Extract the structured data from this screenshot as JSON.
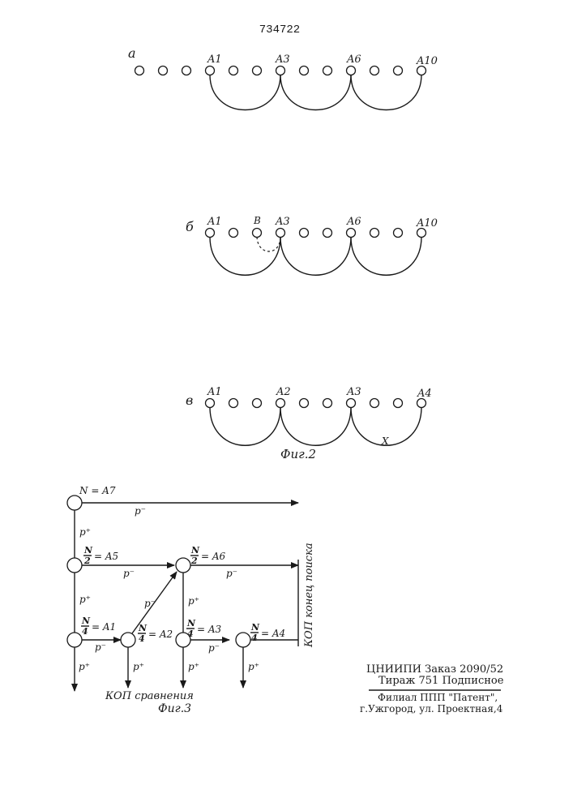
{
  "header": {
    "patent_number": "734722"
  },
  "fig2": {
    "a": {
      "label": "а",
      "A1": "A1",
      "A3": "A3",
      "A6": "A6",
      "A10": "A10"
    },
    "b": {
      "label": "б",
      "A1": "A1",
      "B": "B",
      "A3": "A3",
      "A6": "A6",
      "A10": "A10"
    },
    "v": {
      "label": "в",
      "A1": "A1",
      "A2": "A2",
      "A3": "A3",
      "A4": "A4",
      "X": "X"
    },
    "caption": "Фиг.2"
  },
  "fig3": {
    "root": "N = A7",
    "n2a5_num": "N",
    "n2a5_den": "2",
    "n2a5_rest": "= A5",
    "n2a6_num": "N",
    "n2a6_den": "2",
    "n2a6_rest": "= A6",
    "n4a1_num": "N",
    "n4a1_den": "4",
    "n4a1_rest": "= A1",
    "n4a2_num": "N",
    "n4a2_den": "4",
    "n4a2_rest": "= A2",
    "n4a3_num": "N",
    "n4a3_den": "4",
    "n4a3_rest": "= A3",
    "n4a4_num": "N",
    "n4a4_den": "4",
    "n4a4_rest": "= A4",
    "p_minus": "p⁻",
    "p_plus": "p⁺",
    "kop_compare": "КОП сравнения",
    "kop_end": "КОП конец поиска",
    "caption": "Фиг.3"
  },
  "imprint": {
    "line1": "ЦНИИПИ Заказ 2090/52",
    "line2": "Тираж 751 Подписное",
    "line3": "Филиал ППП \"Патент\",",
    "line4": "г.Ужгород, ул. Проектная,4"
  }
}
